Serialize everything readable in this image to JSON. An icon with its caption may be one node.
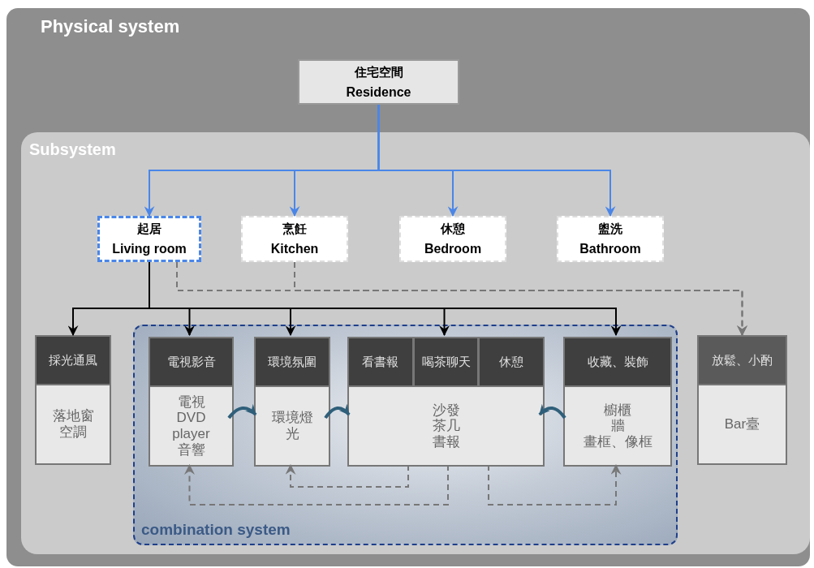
{
  "diagram": {
    "nodes": [
      {
        "text": [
          "Physical system"
        ]
      },
      {
        "text": [
          "住宅空間",
          "Residence"
        ],
        "in": 0
      },
      {
        "text": [
          "Subsystem"
        ],
        "in": 0
      },
      {
        "text": [
          "起居",
          "Living room"
        ],
        "in": 2
      },
      {
        "text": [
          "烹飪",
          "Kitchen"
        ],
        "in": 2
      },
      {
        "text": [
          "休憩",
          "Bedroom"
        ],
        "in": 2
      },
      {
        "text": [
          "盥洗",
          "Bathroom"
        ],
        "in": 2
      },
      {
        "text": [
          "combination system"
        ],
        "in": 2
      },
      {
        "text": [
          "採光通風",
          "落地窗",
          "空調"
        ],
        "in": 2
      },
      {
        "text": [
          "電視影音",
          "電視",
          "DVD player",
          "音響"
        ],
        "in": 7
      },
      {
        "text": [
          "環境氛圍",
          "環境燈光"
        ],
        "in": 7
      },
      {
        "text": [
          "看書報",
          "喝茶聊天",
          "休憩",
          "沙發",
          "茶几",
          "書報"
        ],
        "in": 7
      },
      {
        "text": [
          "收藏、裝飾",
          "櫥櫃",
          "牆",
          "畫框、像框"
        ],
        "in": 7
      },
      {
        "text": [
          "放鬆、小酌",
          "Bar臺"
        ],
        "in": 2
      }
    ],
    "edges": [
      {
        "from": 1,
        "to": 3,
        "arrow": "to",
        "color": "#4a86e8"
      },
      {
        "from": 1,
        "to": 4,
        "arrow": "to",
        "color": "#4a86e8"
      },
      {
        "from": 1,
        "to": 5,
        "arrow": "to",
        "color": "#4a86e8"
      },
      {
        "from": 1,
        "to": 6,
        "arrow": "to",
        "color": "#4a86e8"
      },
      {
        "from": 3,
        "to": 8,
        "arrow": "to"
      },
      {
        "from": 3,
        "to": 9,
        "arrow": "to"
      },
      {
        "from": 3,
        "to": 10,
        "arrow": "to"
      },
      {
        "from": 3,
        "to": 11,
        "arrow": "to"
      },
      {
        "from": 3,
        "to": 12,
        "arrow": "to"
      },
      {
        "from": 3,
        "to": 13,
        "arrow": "to",
        "style": "dashed",
        "color": "#777777"
      },
      {
        "from": 4,
        "to": 13,
        "arrow": "to",
        "style": "dashed",
        "color": "#777777"
      },
      {
        "from": 9,
        "to": 10,
        "arrow": "to",
        "style": "thick",
        "color": "#2f5f7a"
      },
      {
        "from": 10,
        "to": 11,
        "arrow": "to",
        "style": "thick",
        "color": "#2f5f7a"
      },
      {
        "from": 12,
        "to": 11,
        "arrow": "to",
        "style": "thick",
        "color": "#2f5f7a"
      },
      {
        "from": 11,
        "to": 10,
        "arrow": "to",
        "style": "dashed",
        "color": "#777777"
      },
      {
        "from": 11,
        "to": 9,
        "arrow": "to",
        "style": "dashed",
        "color": "#777777"
      },
      {
        "from": 11,
        "to": 12,
        "arrow": "to",
        "style": "dashed",
        "color": "#777777"
      }
    ]
  }
}
